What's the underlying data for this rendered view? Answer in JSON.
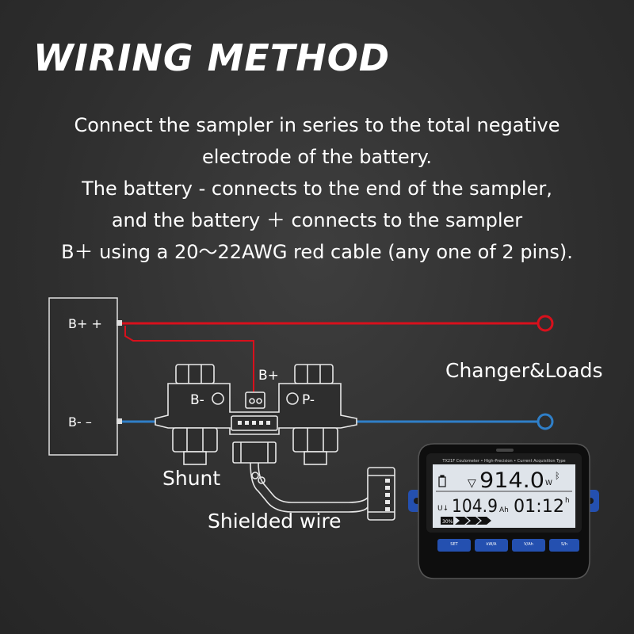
{
  "title": "WIRING METHOD",
  "description": [
    "Connect the sampler in series to the total negative",
    "electrode of the battery.",
    "The battery - connects to the end of the sampler,",
    "and the battery ＋ connects to the sampler",
    "B＋ using a 20～22AWG red cable (any one of 2 pins)."
  ],
  "battery": {
    "plus_label": "B+ +",
    "minus_label": "B-  –"
  },
  "shunt": {
    "bplus_label": "B+",
    "bminus_label": "B-",
    "pminus_label": "P-",
    "caption": "Shunt"
  },
  "labels": {
    "loads": "Changer&Loads",
    "shielded_wire": "Shielded wire"
  },
  "device": {
    "header": "TX21F Coulometer • High-Precision • Current Acquisition Type",
    "power_value": "914.0",
    "power_unit": "W",
    "capacity_prefix": "U↓",
    "capacity_value": "104.9",
    "capacity_unit": "Ah",
    "time_value": "01:12",
    "time_unit": "h",
    "percent": "30%",
    "buttons": [
      "SET",
      "kW/A",
      "V/Ah",
      "S/h"
    ]
  },
  "colors": {
    "positive_wire": "#d8101c",
    "negative_wire": "#2f7fc8",
    "background": "#333333",
    "device_button": "#2450b0",
    "lcd": "#dfe4ea"
  },
  "icons": [
    "battery-box",
    "shunt-block",
    "terminal-ring",
    "lcd-meter",
    "bluetooth-icon",
    "battery-icon"
  ]
}
